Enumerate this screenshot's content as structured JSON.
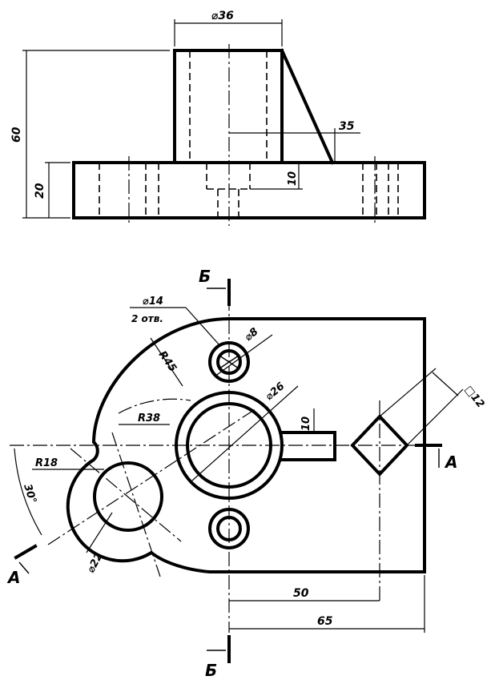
{
  "front_view": {
    "dim_diameter_36": "⌀36",
    "dim_60": "60",
    "dim_20": "20",
    "dim_10": "10",
    "dim_35": "35"
  },
  "top_view": {
    "dim_diameter_14": "⌀14",
    "dim_2_holes": "2 отв.",
    "dim_diameter_8": "⌀8",
    "dim_r45": "R45",
    "dim_diameter_26": "⌀26",
    "dim_r38": "R38",
    "dim_10": "10",
    "dim_square_12": "□12",
    "dim_r18": "R18",
    "dim_angle_30": "30°",
    "dim_diameter_22": "⌀22",
    "dim_50": "50",
    "dim_65": "65"
  },
  "section_labels": {
    "b_top": "Б",
    "b_bottom": "Б",
    "a_right": "А",
    "a_left": "А"
  }
}
